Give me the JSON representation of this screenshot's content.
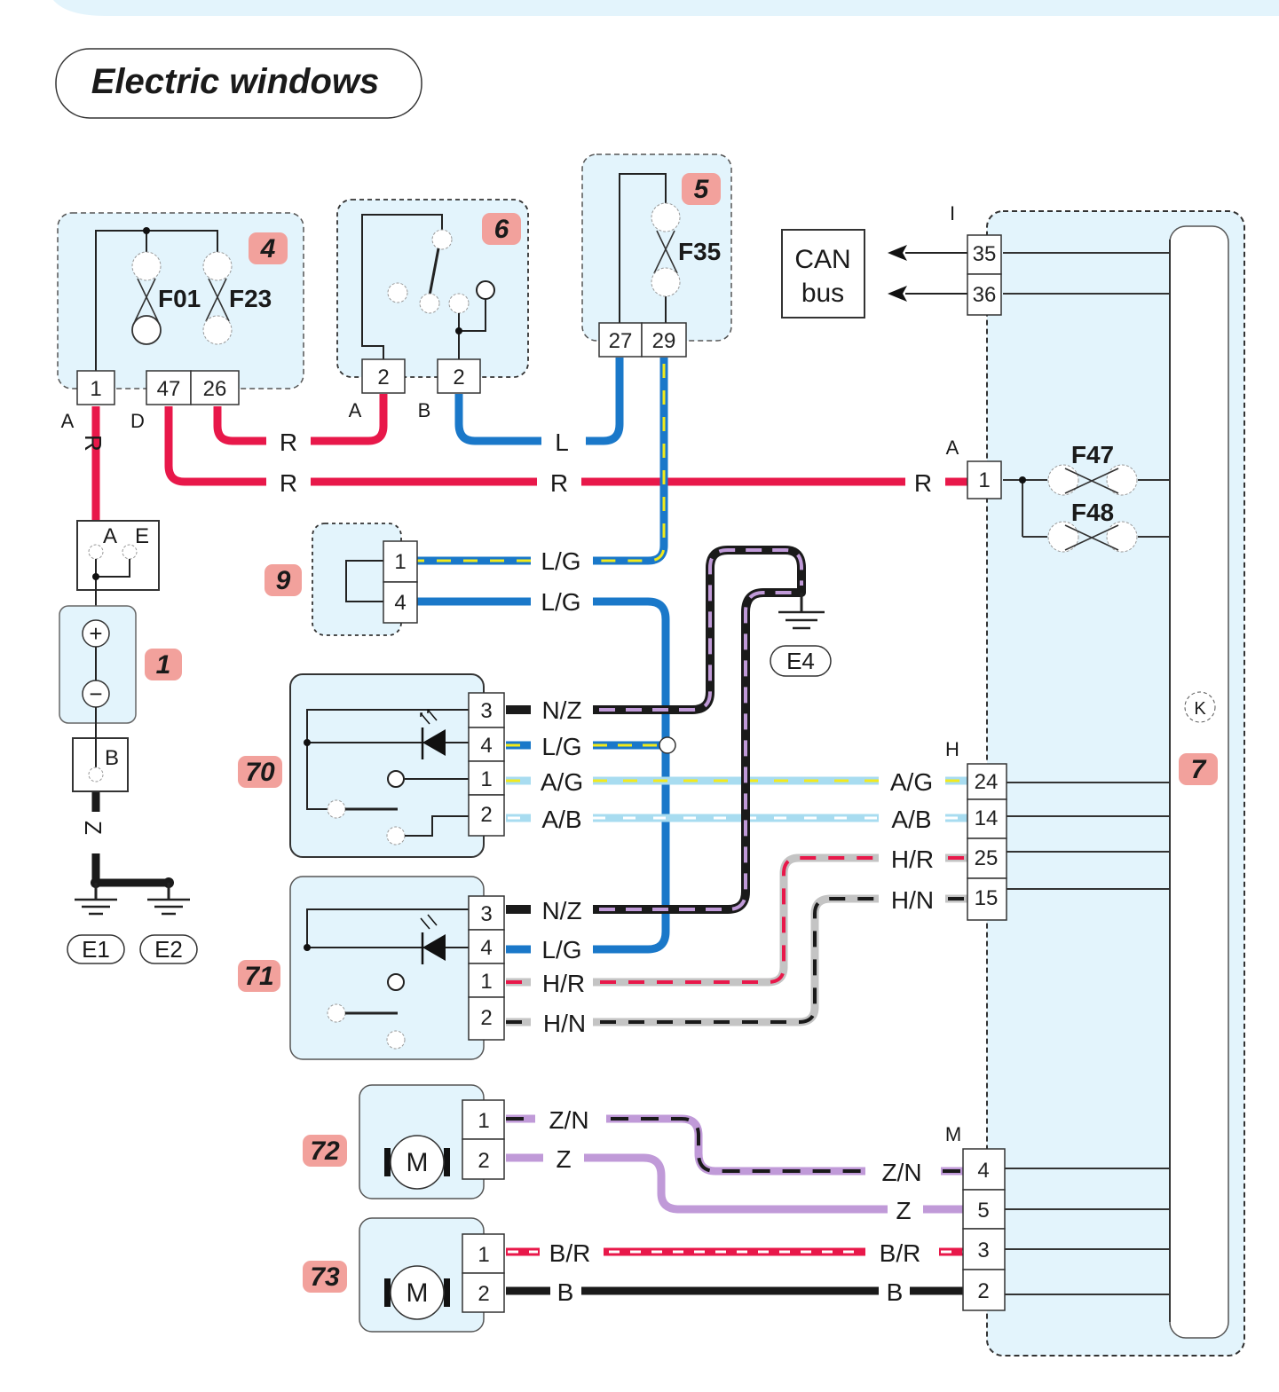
{
  "title": "Electric windows",
  "colors": {
    "module_fill": "#e3f4fc",
    "badge_fill": "#f2a19c",
    "red": "#e8184a",
    "blue": "#1a78c9",
    "yellow": "#f2ea1a",
    "light_blue": "#a8dcf0",
    "purple": "#c09ad8",
    "grey": "#c4c4c4",
    "black": "#1a1a1a",
    "white": "#ffffff"
  },
  "components": {
    "c1": {
      "badge": "1",
      "plus": "+",
      "minus": "−"
    },
    "c4": {
      "badge": "4",
      "fuses": [
        "F01",
        "F23"
      ],
      "pins": [
        "1",
        "47",
        "26"
      ],
      "conn_labels": [
        "A",
        "D"
      ]
    },
    "c5": {
      "badge": "5",
      "fuse": "F35",
      "pins": [
        "27",
        "29"
      ]
    },
    "c6": {
      "badge": "6",
      "pins": [
        "2",
        "2"
      ],
      "conn_labels": [
        "A",
        "B"
      ]
    },
    "c7": {
      "badge": "7",
      "fuses": [
        "F47",
        "F48"
      ],
      "symbol": "K",
      "conn_I": {
        "label": "I",
        "pins": [
          "35",
          "36"
        ]
      },
      "conn_A": {
        "label": "A",
        "pins": [
          "1"
        ]
      },
      "conn_H": {
        "label": "H",
        "pins": [
          "24",
          "14",
          "25",
          "15"
        ]
      },
      "conn_M": {
        "label": "M",
        "pins": [
          "4",
          "5",
          "3",
          "2"
        ]
      }
    },
    "c9": {
      "badge": "9",
      "pins": [
        "1",
        "4"
      ]
    },
    "c70": {
      "badge": "70",
      "pins": [
        "3",
        "4",
        "1",
        "2"
      ]
    },
    "c71": {
      "badge": "71",
      "pins": [
        "3",
        "4",
        "1",
        "2"
      ]
    },
    "c72": {
      "badge": "72",
      "motor": "M",
      "pins": [
        "1",
        "2"
      ]
    },
    "c73": {
      "badge": "73",
      "motor": "M",
      "pins": [
        "1",
        "2"
      ]
    },
    "can_bus": {
      "line1": "CAN",
      "line2": "bus"
    },
    "battery_terminals": {
      "top": [
        "A",
        "E"
      ],
      "bottom": "B"
    },
    "grounds": [
      "E1",
      "E2",
      "E4"
    ]
  },
  "wires": {
    "r_a": "R",
    "r_26": "R",
    "r_47a": "R",
    "r_47b": "R",
    "r_47c": "R",
    "l_6_5": "L",
    "lg_9_1": "L/G",
    "lg_9_4": "L/G",
    "nz_70": "N/Z",
    "lg_70": "L/G",
    "ag_70": "A/G",
    "ab_70": "A/B",
    "ag_7": "A/G",
    "ab_7": "A/B",
    "hr_7": "H/R",
    "hn_7": "H/N",
    "nz_71": "N/Z",
    "lg_71": "L/G",
    "hr_71": "H/R",
    "hn_71": "H/N",
    "zn_72": "Z/N",
    "z_72": "Z",
    "zn_7": "Z/N",
    "z_7": "Z",
    "br_73": "B/R",
    "b_73": "B",
    "br_7": "B/R",
    "b_7": "B",
    "z_gnd": "Z"
  }
}
